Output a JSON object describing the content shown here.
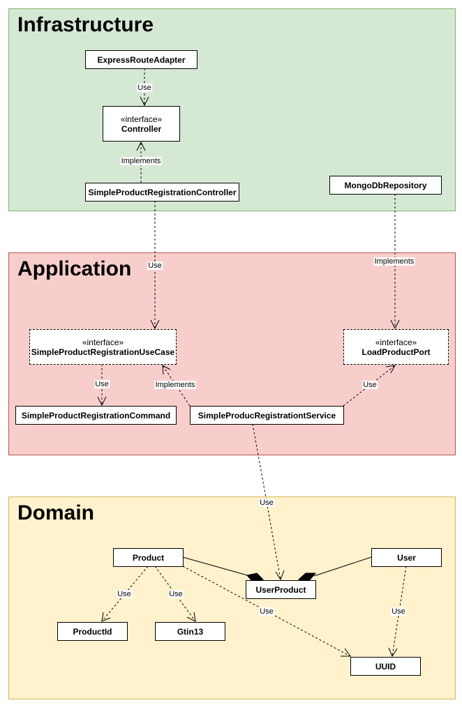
{
  "layers": {
    "infrastructure": {
      "title": "Infrastructure",
      "fill": "#d5e8d4",
      "stroke": "#82b366"
    },
    "application": {
      "title": "Application",
      "fill": "#f8cecc",
      "stroke": "#b85450"
    },
    "domain": {
      "title": "Domain",
      "fill": "#fff2cc",
      "stroke": "#d6b656"
    }
  },
  "nodes": {
    "express_route_adapter": {
      "name": "ExpressRouteAdapter"
    },
    "controller": {
      "stereotype": "«interface»",
      "name": "Controller"
    },
    "simple_product_registration_controller": {
      "name": "SimpleProductRegistrationController"
    },
    "mongo_db_repository": {
      "name": "MongoDbRepository"
    },
    "use_case": {
      "stereotype": "«interface»",
      "name": "SimpleProductRegistrationUseCase"
    },
    "load_product_port": {
      "stereotype": "«interface»",
      "name": "LoadProductPort"
    },
    "command": {
      "name": "SimpleProductRegistrationCommand"
    },
    "service": {
      "name": "SimpleProducRegistrationtService"
    },
    "product": {
      "name": "Product"
    },
    "user_product": {
      "name": "UserProduct"
    },
    "user": {
      "name": "User"
    },
    "product_id": {
      "name": "ProductId"
    },
    "gtin13": {
      "name": "Gtin13"
    },
    "uuid": {
      "name": "UUID"
    }
  },
  "edge_labels": {
    "adapter_uses_controller": "Use",
    "controller_impl_implements": "Implements",
    "controller_impl_uses_use_case": "Use",
    "mongo_implements_port": "Implements",
    "use_case_uses_command": "Use",
    "service_implements_use_case": "Implements",
    "service_uses_port": "Use",
    "service_uses_user_product": "Use",
    "product_uses_product_id": "Use",
    "product_uses_gtin13": "Use",
    "product_uses_uuid": "Use",
    "user_uses_uuid": "Use"
  }
}
